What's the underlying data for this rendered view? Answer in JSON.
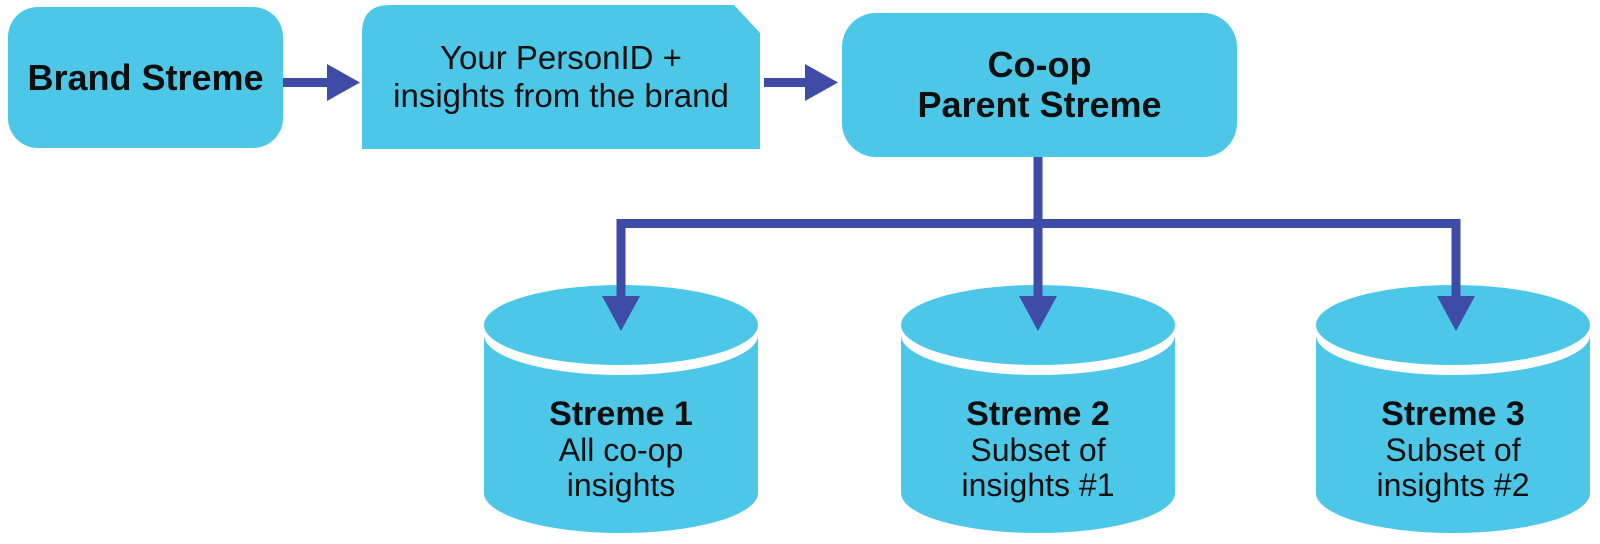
{
  "colors": {
    "shape_fill": "#4dc7e8",
    "connector": "#3e4ca8",
    "text_color": "#0f0f0f",
    "background": "#ffffff"
  },
  "nodes": {
    "brand_box": {
      "label": "Brand Streme"
    },
    "card_note": {
      "line1": "Your PersonID +",
      "line2": "insights from the brand"
    },
    "parent_box": {
      "line1": "Co-op",
      "line2": "Parent Streme"
    },
    "cylinders": [
      {
        "title": "Streme 1",
        "subtitle1": "All co-op",
        "subtitle2": "insights"
      },
      {
        "title": "Streme 2",
        "subtitle1": "Subset of",
        "subtitle2": "insights #1"
      },
      {
        "title": "Streme 3",
        "subtitle1": "Subset of",
        "subtitle2": "insights #2"
      }
    ]
  }
}
